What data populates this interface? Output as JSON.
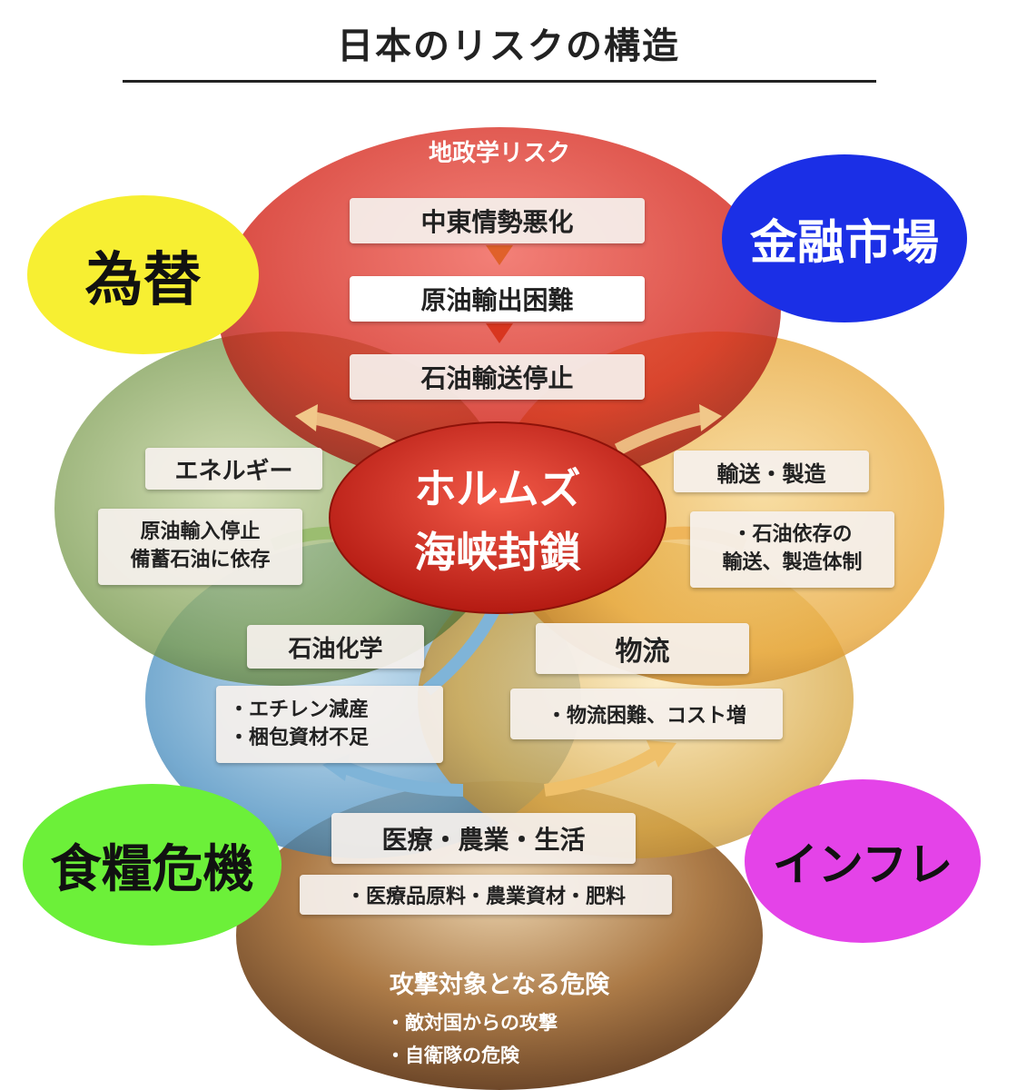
{
  "title": "日本のリスクの構造",
  "colors": {
    "geopolitics": "#d42a1f",
    "energy": "#7e9e55",
    "transport": "#e8a83c",
    "chemistry": "#4f92c2",
    "logistics": "#d8a844",
    "medical": "#6b4120",
    "core": "#d6261d"
  },
  "geopolitics": {
    "heading": "地政学リスク",
    "chain": [
      "中東情勢悪化",
      "原油輸出困難",
      "石油輸送停止"
    ]
  },
  "core": {
    "line1": "ホルムズ",
    "line2": "海峡封鎖"
  },
  "energy": {
    "heading": "エネルギー",
    "detail1": "原油輸入停止",
    "detail2": "備蓄石油に依存"
  },
  "transport": {
    "heading": "輸送・製造",
    "detail1": "・石油依存の",
    "detail2": "輸送、製造体制"
  },
  "chemistry": {
    "heading": "石油化学",
    "detail1": "・エチレン減産",
    "detail2": "・梱包資材不足"
  },
  "logistics": {
    "heading": "物流",
    "detail1": "・物流困難、コスト増"
  },
  "medical": {
    "heading": "医療・農業・生活",
    "detail1": "・医療品原料・農業資材・肥料"
  },
  "attack": {
    "heading": "攻撃対象となる危険",
    "detail1": "・敵対国からの攻撃",
    "detail2": "・自衛隊の危険"
  },
  "bubbles": {
    "fx": {
      "label": "為替",
      "color": "#f7ef32"
    },
    "finance": {
      "label": "金融市場",
      "color": "#1b2fe6"
    },
    "food": {
      "label": "食糧危機",
      "color": "#6cf039"
    },
    "inflation": {
      "label": "インフレ",
      "color": "#e443e8"
    }
  }
}
